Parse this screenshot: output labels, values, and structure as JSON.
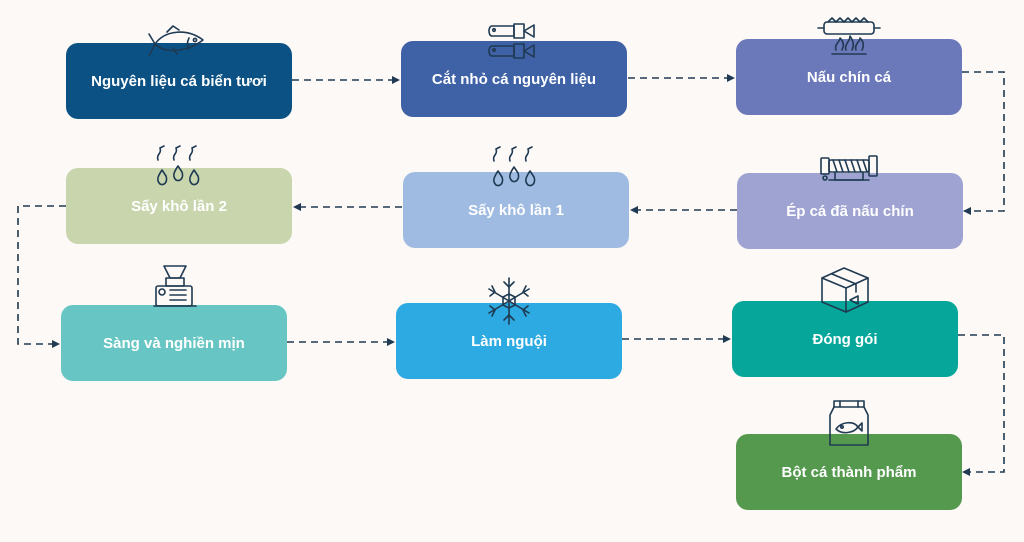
{
  "colors": {
    "background": "#fcf9f7",
    "connector": "#1f3a52",
    "icon": "#1f3a52"
  },
  "steps": [
    {
      "id": "raw-fish",
      "label": "Nguyên liệu cá biển tươi",
      "color": "#0b5183",
      "icon": "fish-icon"
    },
    {
      "id": "chop",
      "label": "Cắt nhỏ cá nguyên liệu",
      "color": "#3f61a6",
      "icon": "cut-fish-icon"
    },
    {
      "id": "cook",
      "label": "Nấu chín cá",
      "color": "#6b78b9",
      "icon": "cooker-icon"
    },
    {
      "id": "press",
      "label": "Ép cá đã nấu chín",
      "color": "#9ea3d2",
      "icon": "screw-press-icon"
    },
    {
      "id": "dry1",
      "label": "Sấy khô lần 1",
      "color": "#a0bbe1",
      "icon": "drying-droplets-icon"
    },
    {
      "id": "dry2",
      "label": "Sấy khô lần 2",
      "color": "#c8d5ad",
      "icon": "drying-droplets-icon"
    },
    {
      "id": "sieve-grind",
      "label": "Sàng và nghiền mịn",
      "color": "#67c6c3",
      "icon": "grinder-icon"
    },
    {
      "id": "cool",
      "label": "Làm nguội",
      "color": "#2eaae2",
      "icon": "snowflake-icon"
    },
    {
      "id": "pack",
      "label": "Đóng gói",
      "color": "#06a69a",
      "icon": "package-box-icon"
    },
    {
      "id": "product",
      "label": "Bột cá thành phẩm",
      "color": "#55994f",
      "icon": "fishmeal-bag-icon"
    }
  ]
}
